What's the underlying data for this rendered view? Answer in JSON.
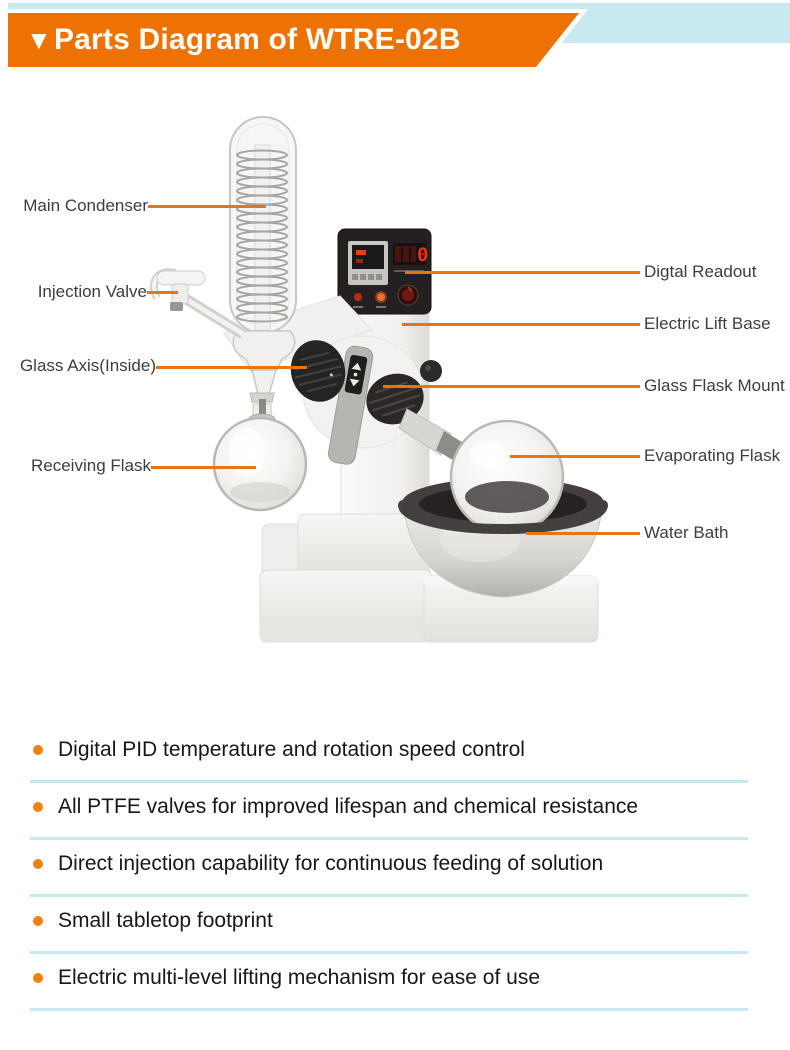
{
  "header": {
    "marker": "▼",
    "title": "Parts Diagram of WTRE-02B"
  },
  "colors": {
    "banner_orange": "#ee7203",
    "band_blue": "#c9e9f0",
    "leader_line_orange": "#e87511",
    "bullet_orange": "#f08012",
    "separator_blue": "#c7e9ef",
    "label_text": "#3d3d3d",
    "feature_text": "#171717",
    "readout_red": "#ff2a12"
  },
  "diagram": {
    "equipment": "rotary evaporator",
    "display_value": "0",
    "labels": [
      {
        "label": "Main Condenser",
        "side": "left"
      },
      {
        "label": "Injection Valve",
        "side": "left"
      },
      {
        "label": "Glass Axis(Inside)",
        "side": "left"
      },
      {
        "label": "Receiving Flask",
        "side": "left"
      },
      {
        "label": "Digtal Readout",
        "side": "right"
      },
      {
        "label": "Electric Lift Base",
        "side": "right"
      },
      {
        "label": "Glass Flask Mount",
        "side": "right"
      },
      {
        "label": "Evaporating Flask",
        "side": "right"
      },
      {
        "label": "Water Bath",
        "side": "right"
      }
    ]
  },
  "features": {
    "items": [
      "Digital PID temperature and rotation speed control",
      "All PTFE valves for improved lifespan and chemical resistance",
      "Direct injection capability for continuous feeding of solution",
      "Small tabletop footprint",
      "Electric multi-level lifting mechanism for ease of use"
    ]
  }
}
